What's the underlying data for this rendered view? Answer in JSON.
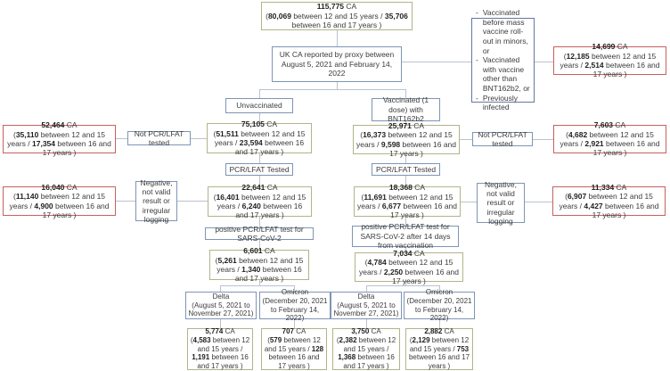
{
  "labels": {
    "ca": " CA",
    "open": "(",
    "age1": " between 12 and 15 years /",
    "age2": " between 16 and 17 years )",
    "dash": "-",
    "not_tested": "Not PCR/LFAT tested",
    "tested": "PCR/LFAT Tested",
    "negative": "Negative, not valid result or irregular logging",
    "positive": "positive PCR/LFAT test for SARS-CoV-2",
    "positive_vax": "positive PCR/LFAT test for SARS-CoV-2 after 14 days from vaccination",
    "unvaccinated": "Unvaccinated",
    "vaccinated": "Vaccinated (1 dose) with BNT162b2"
  },
  "nodes": {
    "total": {
      "v": "115,775",
      "a": "80,069",
      "b": "35,706"
    },
    "uk": {
      "text": "UK CA reported by proxy between August 5, 2021 and February 14, 2022"
    },
    "exclusion": {
      "items": [
        "Vaccinated before mass vaccine roll-out in minors, or",
        "Vaccinated with vaccine other than BNT162b2, or",
        "Previously infected"
      ]
    },
    "excluded": {
      "v": "14,699",
      "a": "12,185",
      "b": "2,514"
    },
    "unvaccinated": {
      "v": "75,105",
      "a": "51,511",
      "b": "23,594"
    },
    "vaccinated": {
      "v": "25,971",
      "a": "16,373",
      "b": "9,598"
    },
    "unvax_not_tested": {
      "v": "52,464",
      "a": "35,110",
      "b": "17,354"
    },
    "vax_not_tested": {
      "v": "7,603",
      "a": "4,682",
      "b": "2,921"
    },
    "unvax_tested": {
      "v": "22,641",
      "a": "16,401",
      "b": "6,240"
    },
    "vax_tested": {
      "v": "18,368",
      "a": "11,691",
      "b": "6,677"
    },
    "unvax_negative": {
      "v": "16,040",
      "a": "11,140",
      "b": "4,900"
    },
    "vax_negative": {
      "v": "11,334",
      "a": "6,907",
      "b": "4,427"
    },
    "unvax_positive": {
      "v": "6,601",
      "a": "5,261",
      "b": "1,340"
    },
    "vax_positive": {
      "v": "7,034",
      "a": "4,784",
      "b": "2,250"
    },
    "delta": {
      "name": "Delta",
      "range": "(August 5, 2021 to November 27, 2021)"
    },
    "omicron": {
      "name": "Omicron",
      "range": "(December 20, 2021 to February 14, 2022)"
    },
    "unvax_delta": {
      "v": "5,774",
      "a": "4,583",
      "b": "1,191"
    },
    "unvax_omicron": {
      "v": "707",
      "a": "579",
      "b": "128"
    },
    "vax_delta": {
      "v": "3,750",
      "a": "2,382",
      "b": "1,368"
    },
    "vax_omicron": {
      "v": "2,882",
      "a": "2,129",
      "b": "753"
    }
  }
}
